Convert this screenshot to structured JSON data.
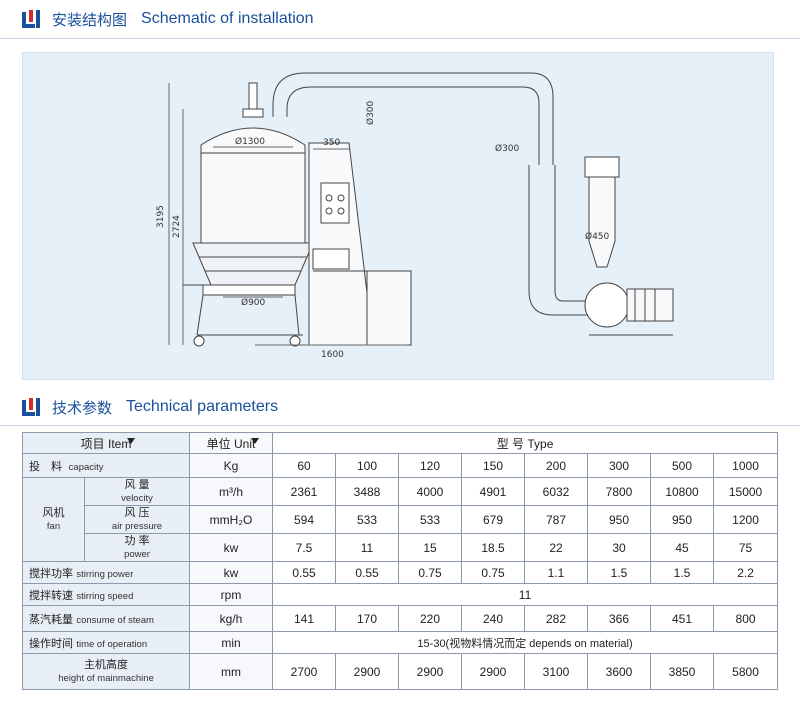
{
  "section_install": {
    "cn": "安装结构图",
    "en": "Schematic of installation"
  },
  "section_params": {
    "cn": "技术参数",
    "en": "Technical parameters"
  },
  "diagram": {
    "dims": [
      "3195",
      "2724",
      "Ø1300",
      "350",
      "Ø300",
      "Ø300",
      "Ø450",
      "Ø900",
      "1600"
    ]
  },
  "table": {
    "item_header": "项目 Item",
    "unit_header": "单位 Unit",
    "type_header": "型 号   Type",
    "types": [
      "60",
      "100",
      "120",
      "150",
      "200",
      "300",
      "500",
      "1000"
    ],
    "rows": {
      "capacity": {
        "cn": "投　料",
        "en": "capacity",
        "unit": "Kg"
      },
      "fan": {
        "cn": "风机",
        "en": "fan"
      },
      "velocity": {
        "cn": "风 量",
        "en": "velocity",
        "unit": "m³/h",
        "values": [
          "2361",
          "3488",
          "4000",
          "4901",
          "6032",
          "7800",
          "10800",
          "15000"
        ]
      },
      "air_pressure": {
        "cn": "风 压",
        "en": "air pressure",
        "unit": "mmH₂O",
        "values": [
          "594",
          "533",
          "533",
          "679",
          "787",
          "950",
          "950",
          "1200"
        ]
      },
      "power": {
        "cn": "功 率",
        "en": "power",
        "unit": "kw",
        "values": [
          "7.5",
          "11",
          "15",
          "18.5",
          "22",
          "30",
          "45",
          "75"
        ]
      },
      "stirring_power": {
        "cn": "搅拌功率",
        "en": "stirring power",
        "unit": "kw",
        "values": [
          "0.55",
          "0.55",
          "0.75",
          "0.75",
          "1.1",
          "1.5",
          "1.5",
          "2.2"
        ]
      },
      "stirring_speed": {
        "cn": "搅拌转速",
        "en": "stirring speed",
        "unit": "rpm",
        "value": "11"
      },
      "steam": {
        "cn": "蒸汽耗量",
        "en": "consume of steam",
        "unit": "kg/h",
        "values": [
          "141",
          "170",
          "220",
          "240",
          "282",
          "366",
          "451",
          "800"
        ]
      },
      "operation_time": {
        "cn": "操作时间",
        "en": "time of operation",
        "unit": "min",
        "value": "15-30(视物料情况而定 depends on material)"
      },
      "height": {
        "cn": "主机高度",
        "en": "height of mainmachine",
        "unit": "mm",
        "values": [
          "2700",
          "2900",
          "2900",
          "2900",
          "3100",
          "3600",
          "3850",
          "5800"
        ]
      }
    }
  },
  "colors": {
    "accent": "#1a4f9c",
    "diagram_bg": "#e6f0f8",
    "label_bg": "#e8eef5"
  }
}
